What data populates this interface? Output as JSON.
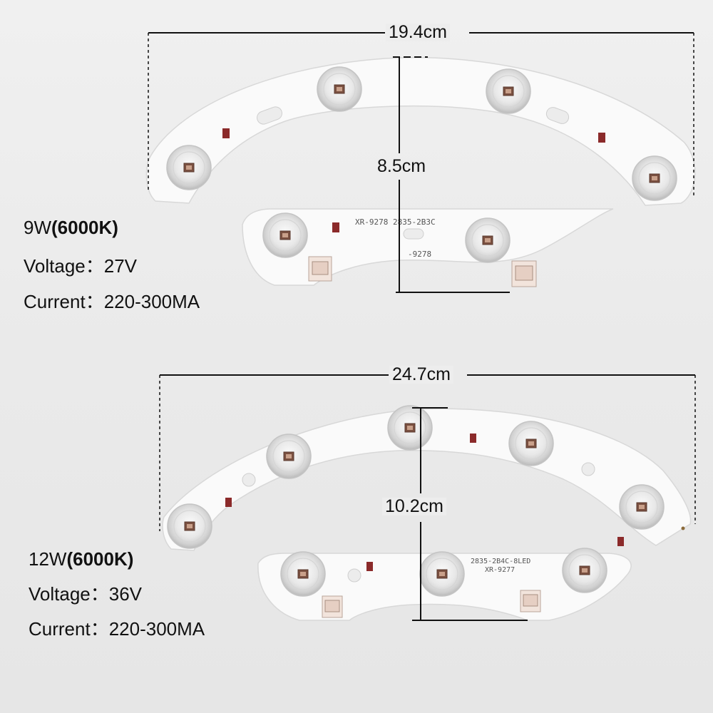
{
  "top_board": {
    "width_dim": "19.4cm",
    "height_dim": "8.5cm",
    "power": "9W",
    "color_temp": "(6000K)",
    "voltage": "Voltage：27V",
    "current": "Current：220-300MA",
    "pcb_code": "XR-9278  2835-2B3C",
    "pcb_code2": "-9278"
  },
  "bottom_board": {
    "width_dim": "24.7cm",
    "height_dim": "10.2cm",
    "power": "12W",
    "color_temp": "(6000K)",
    "voltage": "Voltage：36V",
    "current": "Current：220-300MA",
    "pcb_code": "2835-2B4C-8LED",
    "pcb_code2": "XR-9277"
  }
}
